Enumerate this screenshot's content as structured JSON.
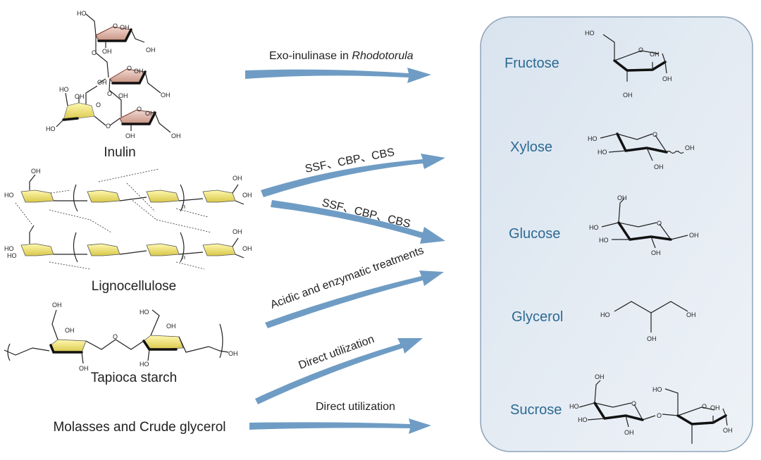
{
  "sources": [
    {
      "id": "inulin",
      "label": "Inulin"
    },
    {
      "id": "lignocellulose",
      "label": "Lignocellulose"
    },
    {
      "id": "tapioca",
      "label": "Tapioca starch"
    },
    {
      "id": "molasses",
      "label": "Molasses and Crude glycerol"
    }
  ],
  "arrows": [
    {
      "id": "a1",
      "label_plain": "Exo-inulinase in ",
      "label_italic": "Rhodotorula"
    },
    {
      "id": "a2",
      "label": "SSF、CBP、CBS"
    },
    {
      "id": "a3",
      "label": "SSF、CBP、CBS"
    },
    {
      "id": "a4",
      "label": "Acidic and enzymatic treatments"
    },
    {
      "id": "a5",
      "label": "Direct utilization"
    },
    {
      "id": "a6",
      "label": "Direct utilization"
    }
  ],
  "products": [
    {
      "id": "fructose",
      "label": "Fructose"
    },
    {
      "id": "xylose",
      "label": "Xylose"
    },
    {
      "id": "glucose",
      "label": "Glucose"
    },
    {
      "id": "glycerol",
      "label": "Glycerol"
    },
    {
      "id": "sucrose",
      "label": "Sucrose"
    }
  ],
  "chem": {
    "oh": "OH",
    "ho": "HO",
    "o": "O",
    "n": "n"
  },
  "colors": {
    "arrow": "#6f9cc4",
    "product_text": "#2d6a92",
    "panel_bg": "#dfe8f1",
    "panel_border": "#8ea3b8",
    "ring_red": "#a0564a",
    "ring_yellow": "#e6d85a"
  }
}
